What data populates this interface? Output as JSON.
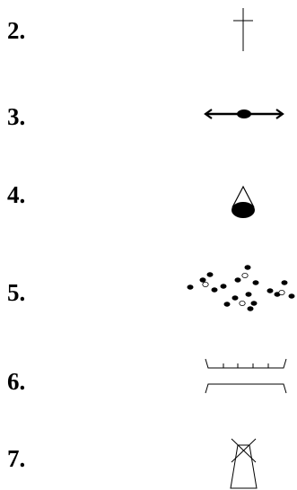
{
  "items": [
    {
      "number": "2.",
      "symbol": "cross-icon"
    },
    {
      "number": "3.",
      "symbol": "double-arrow-dot-icon"
    },
    {
      "number": "4.",
      "symbol": "cone-blob-icon"
    },
    {
      "number": "5.",
      "symbol": "scattered-dots-icon"
    },
    {
      "number": "6.",
      "symbol": "bracket-ticks-icon"
    },
    {
      "number": "7.",
      "symbol": "windmill-icon"
    }
  ]
}
